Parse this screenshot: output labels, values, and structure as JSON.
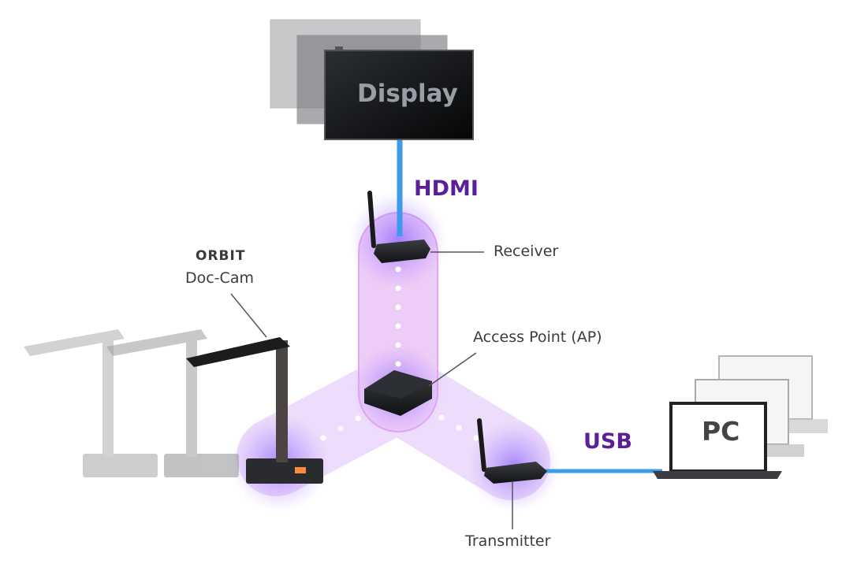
{
  "display": {
    "label": "Display"
  },
  "links": {
    "hdmi": "HDMI",
    "usb": "USB"
  },
  "devices": {
    "receiver": "Receiver",
    "access_point": "Access Point (AP)",
    "transmitter": "Transmitter",
    "doc_cam_brand": "ORBIT",
    "doc_cam": "Doc-Cam",
    "pc": "PC"
  },
  "colors": {
    "link_blue": "#3d9be9",
    "accent_purple": "#5b1f99",
    "halo": "#c58bf0",
    "band_fill": "#ecdcfb"
  }
}
